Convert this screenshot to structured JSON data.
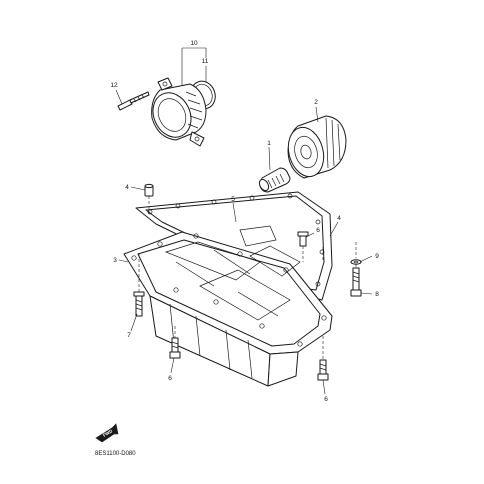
{
  "diagram_code": "8ES1100-D080",
  "front_mark": "FWD",
  "callouts": {
    "c10": "10",
    "c11": "11",
    "c12": "12",
    "c2": "2",
    "c1": "1",
    "c4a": "4",
    "c5": "5",
    "c4b": "4",
    "c6a": "6",
    "c3": "3",
    "c9": "9",
    "c8": "8",
    "c7": "7",
    "c6b": "6",
    "c6c": "6"
  }
}
